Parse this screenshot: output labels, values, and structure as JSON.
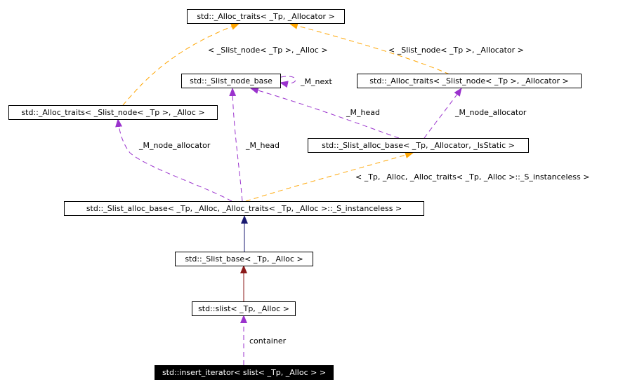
{
  "colors": {
    "usage": "#9a32cd",
    "template": "#ffa500",
    "inherit_public": "#191970",
    "inherit_protected": "#8b1a1a",
    "node_border": "#000000",
    "highlight_fill": "#000000",
    "highlight_text": "#ffffff"
  },
  "nodes": {
    "alloc_traits": {
      "label": "std::_Alloc_traits< _Tp, _Allocator >"
    },
    "slist_node_base": {
      "label": "std::_Slist_node_base"
    },
    "alloc_traits_node_allocator": {
      "label": "std::_Alloc_traits< _Slist_node< _Tp >, _Allocator >"
    },
    "alloc_traits_node_alloc": {
      "label": "std::_Alloc_traits< _Slist_node< _Tp >, _Alloc >"
    },
    "slist_alloc_base_generic": {
      "label": "std::_Slist_alloc_base< _Tp, _Allocator, _IsStatic >"
    },
    "slist_alloc_base_inst": {
      "label": "std::_Slist_alloc_base< _Tp, _Alloc, _Alloc_traits< _Tp, _Alloc >::_S_instanceless >"
    },
    "slist_base": {
      "label": "std::_Slist_base< _Tp, _Alloc >"
    },
    "slist": {
      "label": "std::slist< _Tp, _Alloc >"
    },
    "insert_iterator": {
      "label": "std::insert_iterator< slist< _Tp, _Alloc > >"
    }
  },
  "edges": {
    "tmpl_node_alloc": "< _Slist_node< _Tp >, _Alloc >",
    "tmpl_node_allocator": "< _Slist_node< _Tp >, _Allocator >",
    "m_next": "_M_next",
    "m_head_top": "_M_head",
    "m_node_allocator_right": "_M_node_allocator",
    "m_node_allocator_left": "_M_node_allocator",
    "m_head_mid": "_M_head",
    "tmpl_instanceless": "< _Tp, _Alloc, _Alloc_traits< _Tp, _Alloc >::_S_instanceless >",
    "container": "container"
  }
}
